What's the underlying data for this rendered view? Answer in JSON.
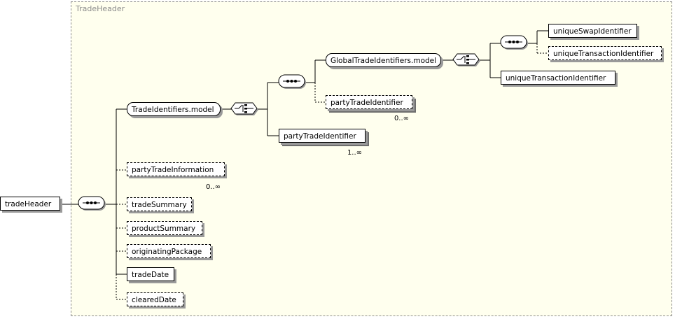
{
  "group_label": "TradeHeader",
  "root": "tradeHeader",
  "nodes": {
    "trade_identifiers_model": "TradeIdentifiers.model",
    "global_trade_identifiers_model": "GlobalTradeIdentifiers.model",
    "unique_swap_identifier": "uniqueSwapIdentifier",
    "unique_transaction_identifier_optional": "uniqueTransactionIdentifier",
    "unique_transaction_identifier": "uniqueTransactionIdentifier",
    "party_trade_identifier_optional": "partyTradeIdentifier",
    "party_trade_identifier": "partyTradeIdentifier",
    "party_trade_information": "partyTradeInformation",
    "trade_summary": "tradeSummary",
    "product_summary": "productSummary",
    "originating_package": "originatingPackage",
    "trade_date": "tradeDate",
    "cleared_date": "clearedDate"
  },
  "cardinality": {
    "party_trade_identifier_optional": "0..∞",
    "party_trade_identifier": "1..∞",
    "party_trade_information": "0..∞"
  },
  "compositors": {
    "root_sequence": "sequence-icon",
    "ids_sequence": "sequence-icon",
    "swap_sequence": "sequence-icon",
    "ids_choice": "choice-icon",
    "global_choice": "choice-icon"
  },
  "colors": {
    "group_fill": "#ffffee",
    "group_border": "#8c8c8c",
    "line": "#000000",
    "shadow": "#9a9a9a"
  }
}
